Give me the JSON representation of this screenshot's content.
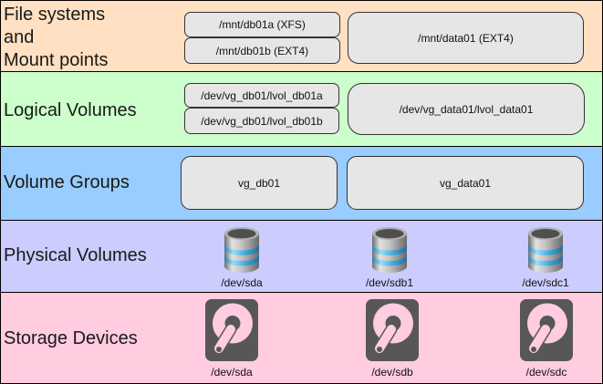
{
  "diagram": {
    "type": "lvm-storage-stack",
    "colors": {
      "filesystems_band": "#ffe0c2",
      "logical_volumes_band": "#ccffcc",
      "volume_groups_band": "#99ccff",
      "physical_volumes_band": "#ccccff",
      "storage_devices_band": "#ffcce0",
      "node_fill": "#e6e6e6",
      "node_border": "#333333",
      "icon_drive_body": "#575757",
      "icon_db_stripe_blue": "#3ea6dd"
    },
    "layers": [
      {
        "name": "filesystems",
        "label_lines": [
          "File systems",
          "and",
          "Mount points"
        ],
        "boxes": [
          {
            "text": "/mnt/db01a (XFS)"
          },
          {
            "text": "/mnt/db01b (EXT4)"
          },
          {
            "text": "/mnt/data01 (EXT4)"
          }
        ]
      },
      {
        "name": "logical-volumes",
        "label_lines": [
          "Logical Volumes"
        ],
        "boxes": [
          {
            "text": "/dev/vg_db01/lvol_db01a"
          },
          {
            "text": "/dev/vg_db01/lvol_db01b"
          },
          {
            "text": "/dev/vg_data01/lvol_data01"
          }
        ]
      },
      {
        "name": "volume-groups",
        "label_lines": [
          "Volume Groups"
        ],
        "boxes": [
          {
            "text": "vg_db01"
          },
          {
            "text": "vg_data01"
          }
        ]
      },
      {
        "name": "physical-volumes",
        "label_lines": [
          "Physical Volumes"
        ],
        "items": [
          {
            "icon": "database-cylinder-icon",
            "label": "/dev/sda"
          },
          {
            "icon": "database-cylinder-icon",
            "label": "/dev/sdb1"
          },
          {
            "icon": "database-cylinder-icon",
            "label": "/dev/sdc1"
          }
        ]
      },
      {
        "name": "storage-devices",
        "label_lines": [
          "Storage Devices"
        ],
        "items": [
          {
            "icon": "hard-disk-icon",
            "label": "/dev/sda"
          },
          {
            "icon": "hard-disk-icon",
            "label": "/dev/sdb"
          },
          {
            "icon": "hard-disk-icon",
            "label": "/dev/sdc"
          }
        ]
      }
    ]
  }
}
